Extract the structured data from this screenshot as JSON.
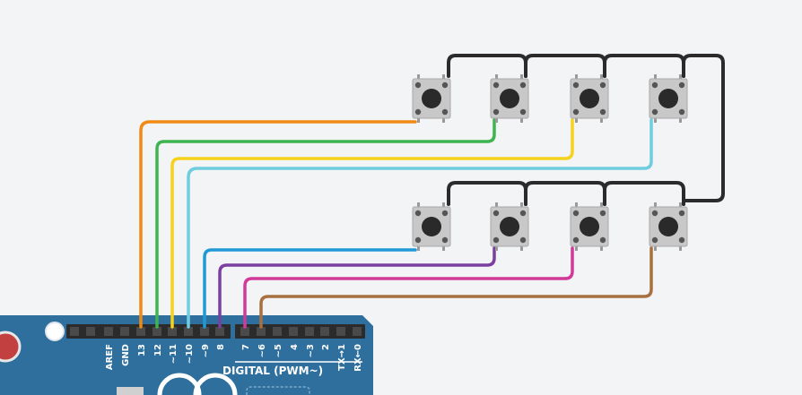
{
  "board": {
    "color": "#2e6f9e",
    "header_color": "#2b2b2b",
    "digital_label": "DIGITAL (PWM~)",
    "left_pins": [
      "AREF",
      "GND",
      "13",
      "12",
      "~11",
      "~10",
      "~9",
      "8"
    ],
    "right_pins": [
      "7",
      "~6",
      "~5",
      "4",
      "~3",
      "2",
      "TX→1",
      "RX←0"
    ]
  },
  "buttons": {
    "top_row": [
      "button-1",
      "button-2",
      "button-3",
      "button-4"
    ],
    "bottom_row": [
      "button-5",
      "button-6",
      "button-7",
      "button-8"
    ],
    "body_color": "#c8c8c8",
    "cap_color": "#2a2a2a"
  },
  "wires": [
    {
      "name": "wire-pin-13",
      "color": "#f08a12",
      "pin": "13",
      "button": "button-1"
    },
    {
      "name": "wire-pin-12",
      "color": "#3fb34f",
      "pin": "12",
      "button": "button-2"
    },
    {
      "name": "wire-pin-11",
      "color": "#f6d21d",
      "pin": "~11",
      "button": "button-3"
    },
    {
      "name": "wire-pin-10",
      "color": "#6fcde0",
      "pin": "~10",
      "button": "button-4"
    },
    {
      "name": "wire-pin-9",
      "color": "#1f9ad6",
      "pin": "~9",
      "button": "button-5"
    },
    {
      "name": "wire-pin-8",
      "color": "#7b3fa0",
      "pin": "8",
      "button": "button-6"
    },
    {
      "name": "wire-pin-7",
      "color": "#d23a9a",
      "pin": "7",
      "button": "button-7"
    },
    {
      "name": "wire-pin-6",
      "color": "#a8703f",
      "pin": "~6",
      "button": "button-8"
    }
  ],
  "ground_wire_color": "#2b2b2b"
}
